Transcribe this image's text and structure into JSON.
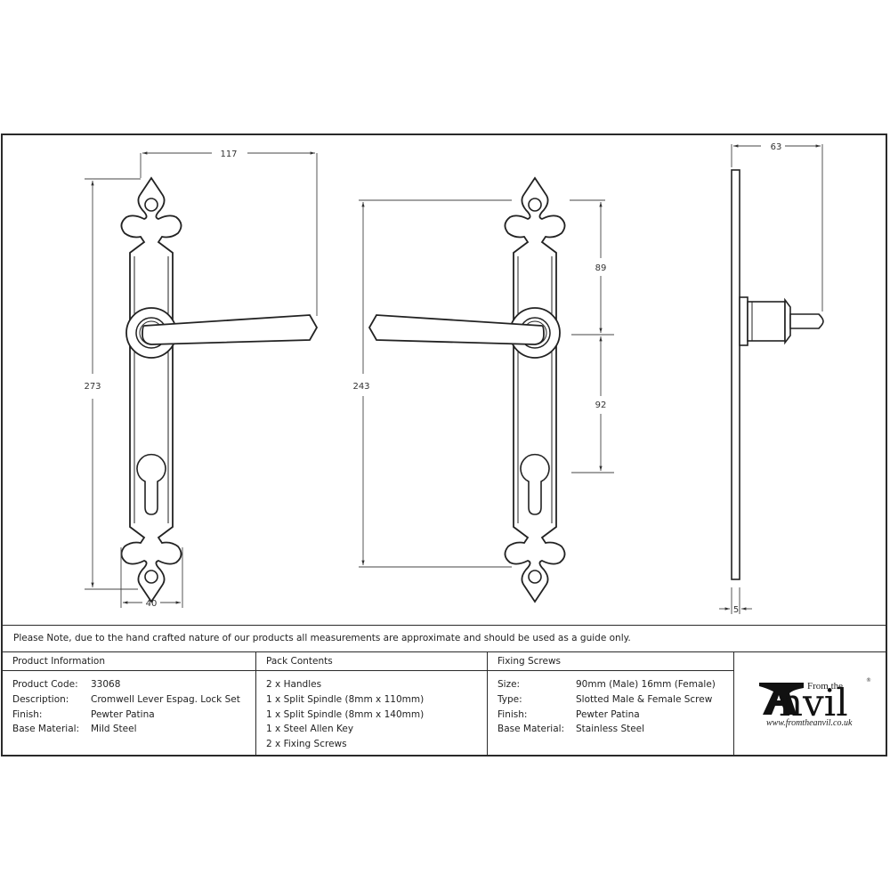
{
  "drawing": {
    "front_view": {
      "dimensions": {
        "width_overall": "117",
        "height_overall": "273",
        "plate_width": "40"
      }
    },
    "back_view": {
      "dimensions": {
        "height_fixings": "243",
        "upper_to_spindle": "89",
        "spindle_to_keyhole": "92"
      }
    },
    "side_view": {
      "dimensions": {
        "projection": "63",
        "plate_thickness": "5"
      }
    }
  },
  "note": "Please Note, due to the hand crafted nature of our products all measurements are approximate and should be used as a guide only.",
  "product_information": {
    "header": "Product Information",
    "rows": [
      {
        "label": "Product Code:",
        "value": "33068"
      },
      {
        "label": "Description:",
        "value": "Cromwell Lever Espag. Lock Set"
      },
      {
        "label": "Finish:",
        "value": "Pewter Patina"
      },
      {
        "label": "Base Material:",
        "value": "Mild Steel"
      }
    ]
  },
  "pack_contents": {
    "header": "Pack Contents",
    "items": [
      "2 x Handles",
      "1 x Split Spindle (8mm x 110mm)",
      "1 x Split Spindle (8mm x 140mm)",
      "1 x Steel Allen Key",
      "2 x Fixing Screws"
    ]
  },
  "fixing_screws": {
    "header": "Fixing Screws",
    "rows": [
      {
        "label": "Size:",
        "value": "90mm (Male) 16mm (Female)"
      },
      {
        "label": "Type:",
        "value": "Slotted Male & Female Screw"
      },
      {
        "label": "Finish:",
        "value": "Pewter Patina"
      },
      {
        "label": "Base Material:",
        "value": "Stainless Steel"
      }
    ]
  },
  "logo": {
    "from_the": "From the",
    "brand": "nvil",
    "registered": "®",
    "url": "www.fromtheanvil.co.uk"
  }
}
